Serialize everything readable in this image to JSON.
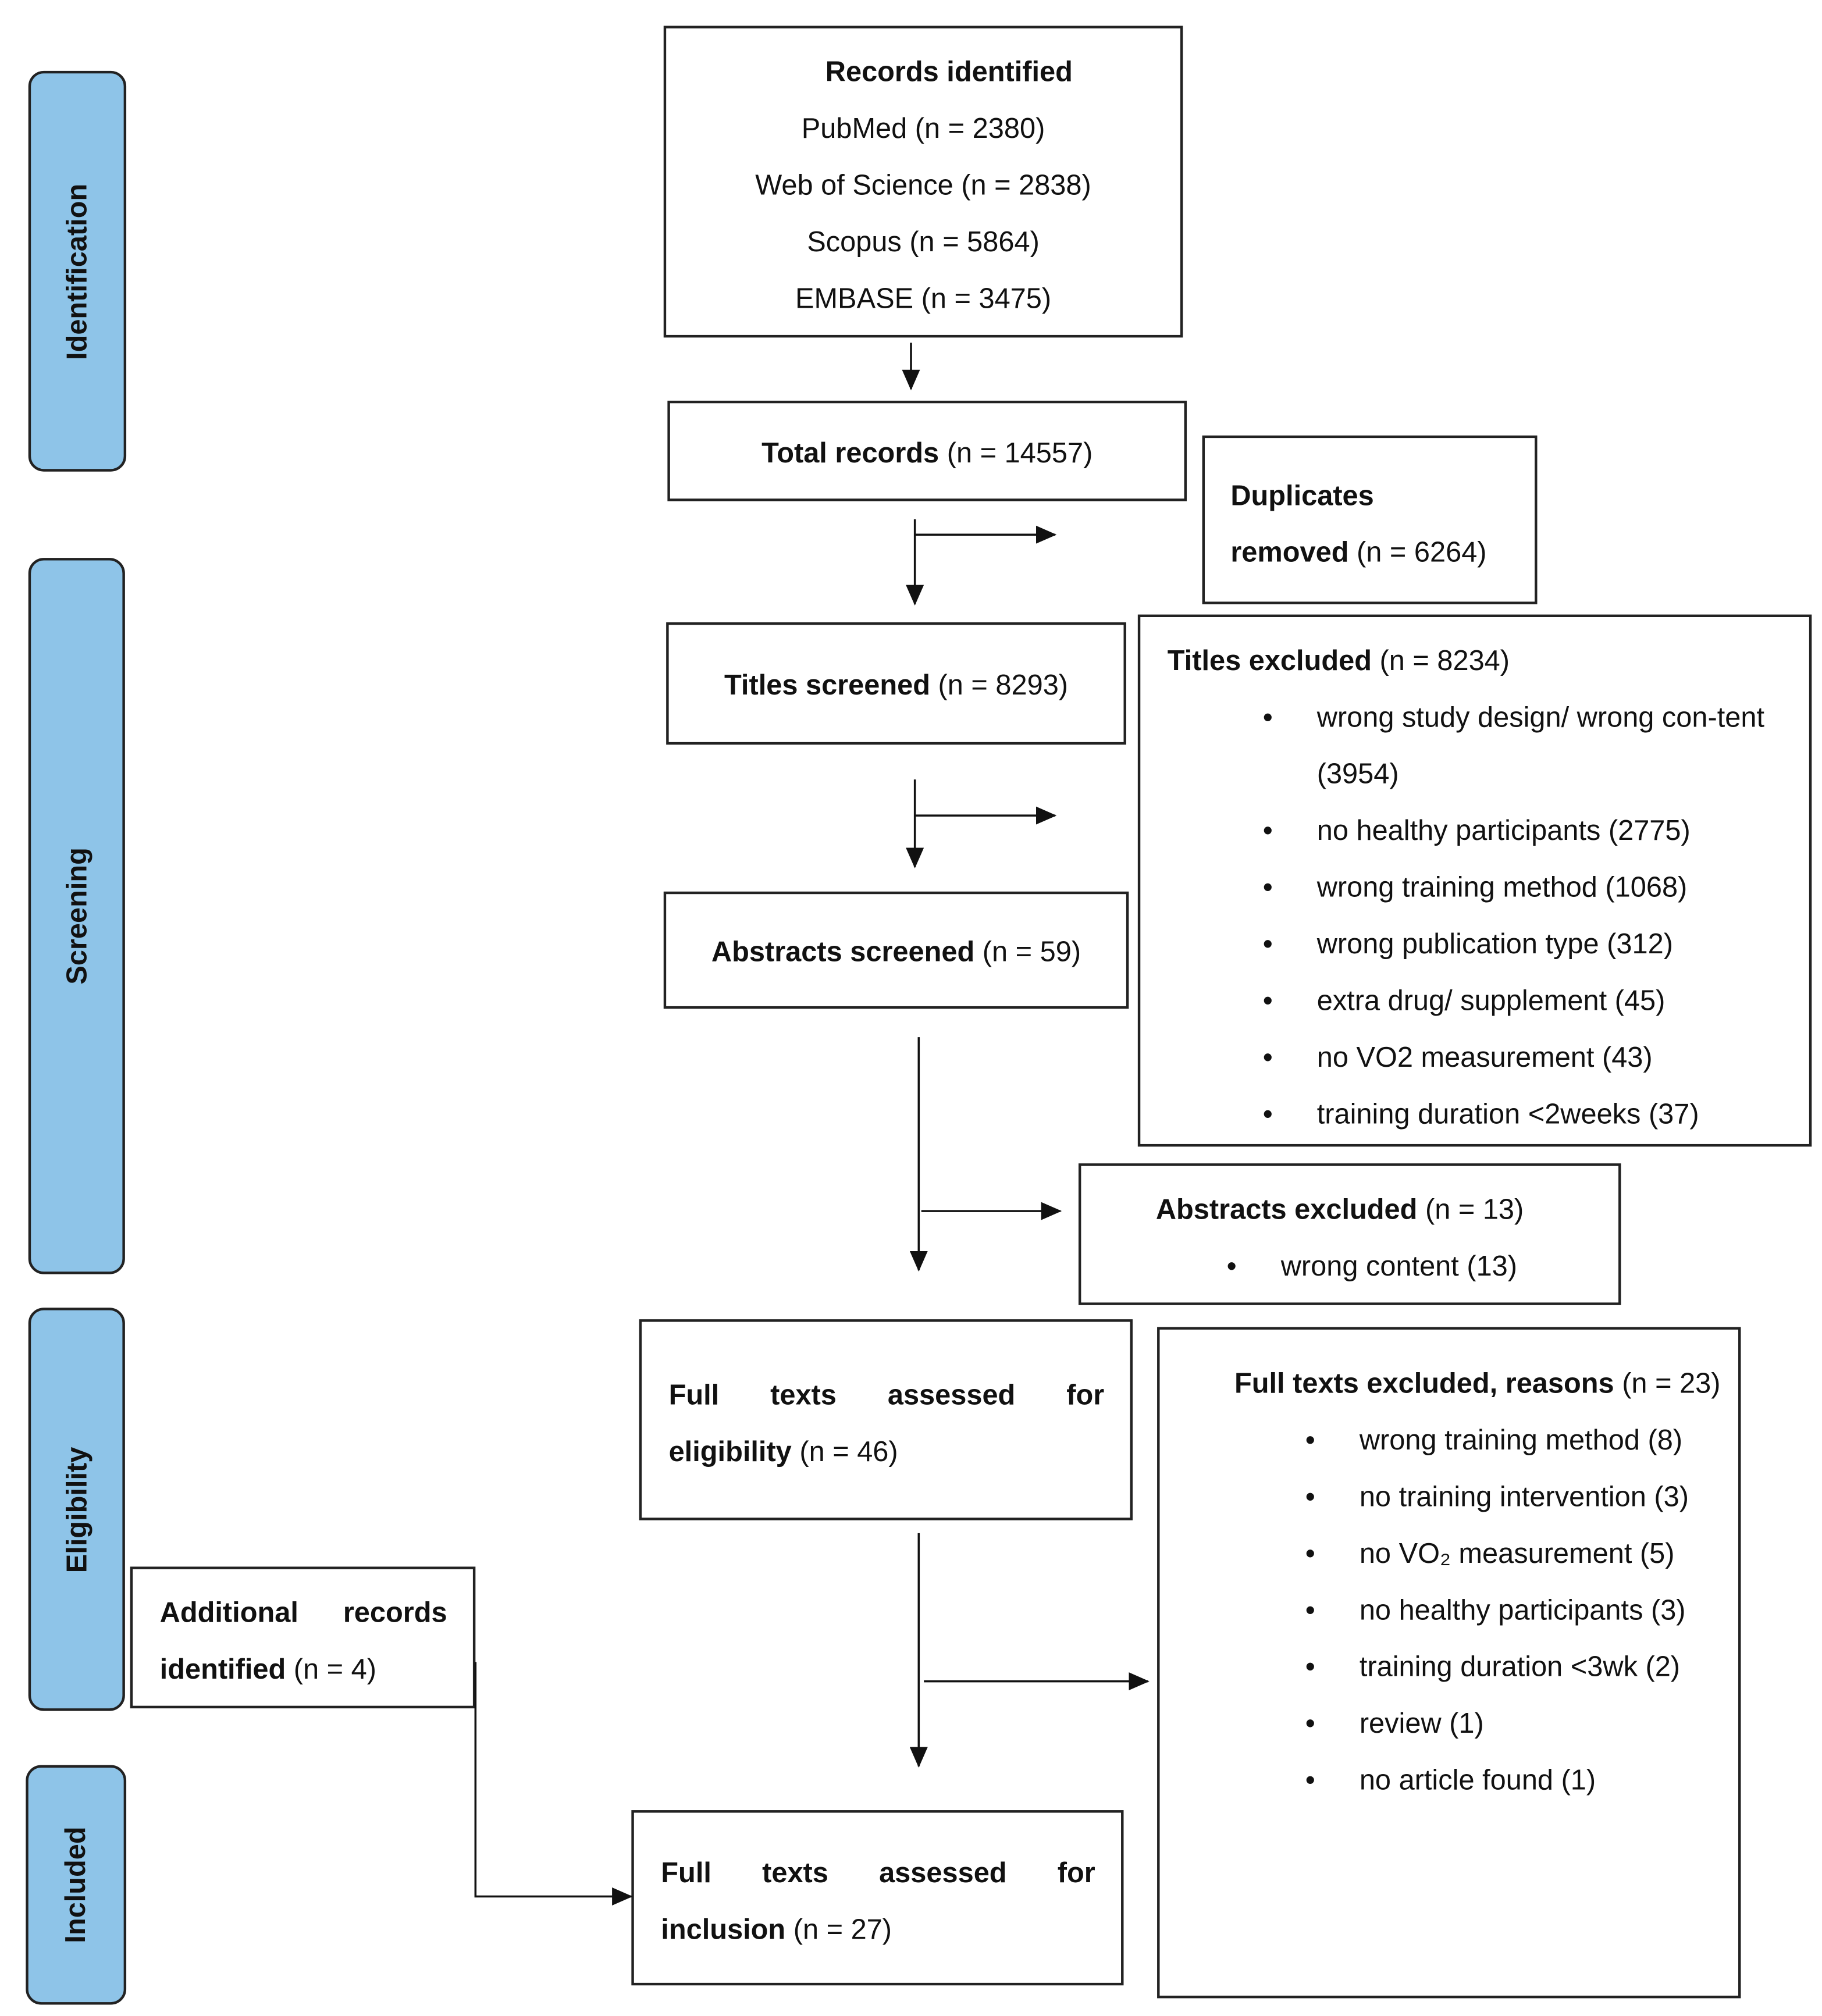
{
  "phases": {
    "identification": "Identification",
    "screening": "Screening",
    "eligibility": "Eligibility",
    "included": "Included"
  },
  "colors": {
    "phase_fill": "#8ec4e8",
    "border": "#222222"
  },
  "records_identified": {
    "title": "Records identified",
    "sources": [
      "PubMed (n = 2380)",
      "Web of Science (n = 2838)",
      "Scopus (n = 5864)",
      "EMBASE (n = 3475)"
    ]
  },
  "total_records": {
    "label": "Total records",
    "count": " (n = 14557)"
  },
  "duplicates": {
    "label_line1": "Duplicates",
    "label_line2": "removed",
    "count": " (n = 6264)"
  },
  "titles_screened": {
    "label": "Titles screened",
    "count": " (n = 8293)"
  },
  "titles_excluded": {
    "label": "Titles excluded",
    "count": " (n = 8234)",
    "reasons": [
      "wrong study design/ wrong con-tent (3954)",
      "no healthy participants (2775)",
      "wrong training method (1068)",
      "wrong publication type (312)",
      "extra drug/ supplement (45)",
      "no VO2 measurement (43)",
      "training duration <2weeks (37)"
    ]
  },
  "abstracts_screened": {
    "label": "Abstracts screened",
    "count": " (n = 59)"
  },
  "abstracts_excluded": {
    "label": "Abstracts excluded",
    "count": " (n = 13)",
    "reasons": [
      "wrong content (13)"
    ]
  },
  "fulltexts_eligibility": {
    "label_line1": "Full texts assessed for",
    "label_line2": "eligibility",
    "count": " (n = 46)"
  },
  "fulltexts_excluded": {
    "label": "Full texts excluded, reasons",
    "count": " (n = 23)",
    "reasons": [
      "wrong training method (8)",
      "no training intervention (3)",
      "no VO₂ measurement (5)",
      "no healthy participants (3)",
      "training duration <3wk (2)",
      "review (1)",
      "no article found (1)"
    ]
  },
  "additional_records": {
    "label_line1": "Additional records",
    "label_line2": "identified",
    "count": " (n = 4)"
  },
  "fulltexts_inclusion": {
    "label_line1": "Full texts assessed for",
    "label_line2": "inclusion",
    "count": " (n = 27)"
  }
}
